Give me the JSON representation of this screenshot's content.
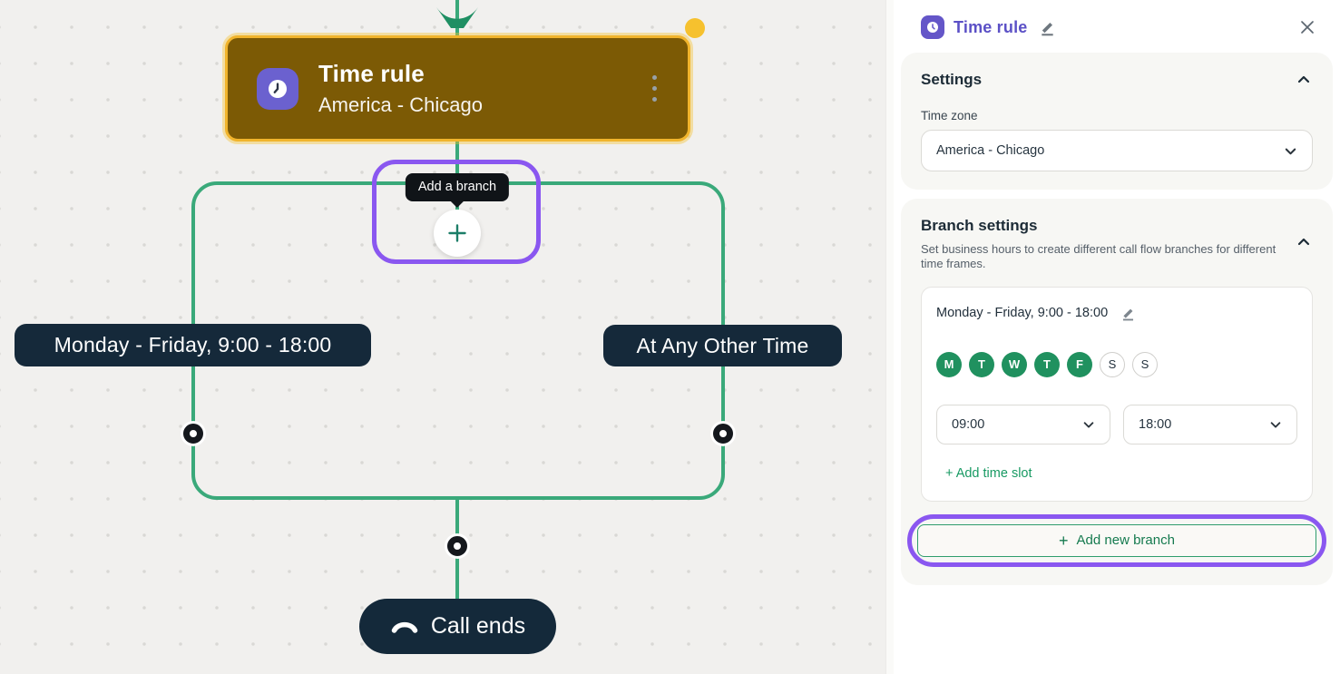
{
  "colors": {
    "accent_purple": "#8a57f0",
    "brand_purple": "#5b50c6",
    "connector_green": "#3aa97a",
    "action_green": "#20915f",
    "navy": "#15293a",
    "node_background": "#7c5a05",
    "node_border_gold": "#f1b42c",
    "handle_yellow": "#f6c12e"
  },
  "canvas": {
    "time_rule_node": {
      "title": "Time rule",
      "subtitle": "America - Chicago"
    },
    "add_branch_tooltip": "Add a branch",
    "branches": {
      "left_label": "Monday - Friday, 9:00 - 18:00",
      "right_label": "At Any Other Time"
    },
    "call_ends_label": "Call ends"
  },
  "panel": {
    "title": "Time rule",
    "settings": {
      "heading": "Settings",
      "timezone_label": "Time zone",
      "timezone_value": "America - Chicago"
    },
    "branch_settings": {
      "heading": "Branch settings",
      "description": "Set business hours to create different call flow branches for different time frames.",
      "branch_card": {
        "title": "Monday - Friday, 9:00 - 18:00",
        "days": [
          {
            "label": "M",
            "active": true
          },
          {
            "label": "T",
            "active": true
          },
          {
            "label": "W",
            "active": true
          },
          {
            "label": "T",
            "active": true
          },
          {
            "label": "F",
            "active": true
          },
          {
            "label": "S",
            "active": false
          },
          {
            "label": "S",
            "active": false
          }
        ],
        "start_time": "09:00",
        "end_time": "18:00",
        "add_time_slot_label": "+ Add time slot"
      },
      "add_new_branch": {
        "plus": "+",
        "label": "Add new branch"
      }
    }
  }
}
